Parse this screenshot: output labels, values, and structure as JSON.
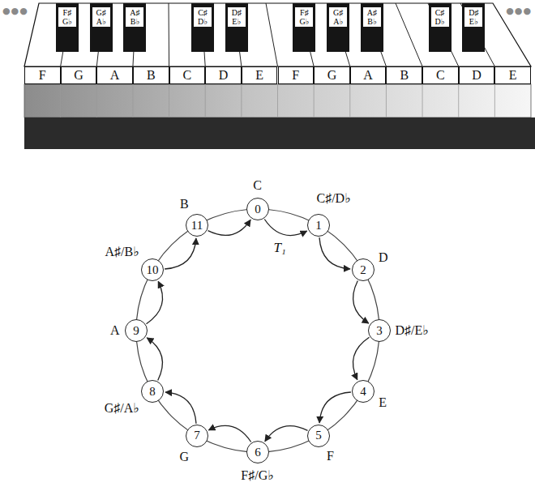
{
  "diagram": {
    "nodes": [
      {
        "text": [
          "F♯ G♭"
        ]
      },
      {
        "text": [
          "G♯ A♭"
        ]
      },
      {
        "text": [
          "A♯ B♭"
        ]
      },
      {
        "text": [
          "C♯ D♭"
        ]
      },
      {
        "text": [
          "D♯ E♭"
        ]
      },
      {
        "text": [
          "F♯ G♭"
        ]
      },
      {
        "text": [
          "G♯ A♭"
        ]
      },
      {
        "text": [
          "A♯ B♭"
        ]
      },
      {
        "text": [
          "C♯ D♭"
        ]
      },
      {
        "text": [
          "D♯ E♭"
        ]
      },
      {
        "text": [
          "F"
        ]
      },
      {
        "text": [
          "G"
        ]
      },
      {
        "text": [
          "A"
        ]
      },
      {
        "text": [
          "B"
        ]
      },
      {
        "text": [
          "C"
        ]
      },
      {
        "text": [
          "D"
        ]
      },
      {
        "text": [
          "E"
        ]
      },
      {
        "text": [
          "F"
        ]
      },
      {
        "text": [
          "G"
        ]
      },
      {
        "text": [
          "A"
        ]
      },
      {
        "text": [
          "B"
        ]
      },
      {
        "text": [
          "C"
        ]
      },
      {
        "text": [
          "D"
        ]
      },
      {
        "text": [
          "E"
        ]
      },
      {
        "text": [
          "0",
          "C"
        ]
      },
      {
        "text": [
          "1",
          "C♯/D♭"
        ]
      },
      {
        "text": [
          "2",
          "D"
        ]
      },
      {
        "text": [
          "3",
          "D♯/E♭"
        ]
      },
      {
        "text": [
          "4",
          "E"
        ]
      },
      {
        "text": [
          "5",
          "F"
        ]
      },
      {
        "text": [
          "6",
          "F♯/G♭"
        ]
      },
      {
        "text": [
          "7",
          "G"
        ]
      },
      {
        "text": [
          "8",
          "G♯/A♭"
        ]
      },
      {
        "text": [
          "9",
          "A"
        ]
      },
      {
        "text": [
          "10",
          "A♯/B♭"
        ]
      },
      {
        "text": [
          "11",
          "B"
        ]
      }
    ],
    "edges": [
      {
        "from": 24,
        "to": 25,
        "arrow": "to",
        "label": "T₁"
      },
      {
        "from": 25,
        "to": 26,
        "arrow": "to"
      },
      {
        "from": 26,
        "to": 27,
        "arrow": "to"
      },
      {
        "from": 27,
        "to": 28,
        "arrow": "to"
      },
      {
        "from": 28,
        "to": 29,
        "arrow": "to"
      },
      {
        "from": 29,
        "to": 30,
        "arrow": "to"
      },
      {
        "from": 30,
        "to": 31,
        "arrow": "to"
      },
      {
        "from": 31,
        "to": 32,
        "arrow": "to"
      },
      {
        "from": 32,
        "to": 33,
        "arrow": "to"
      },
      {
        "from": 33,
        "to": 34,
        "arrow": "to"
      },
      {
        "from": 34,
        "to": 35,
        "arrow": "to"
      },
      {
        "from": 35,
        "to": 24,
        "arrow": "to"
      }
    ],
    "labels": [
      "●●●",
      "●●●"
    ]
  }
}
